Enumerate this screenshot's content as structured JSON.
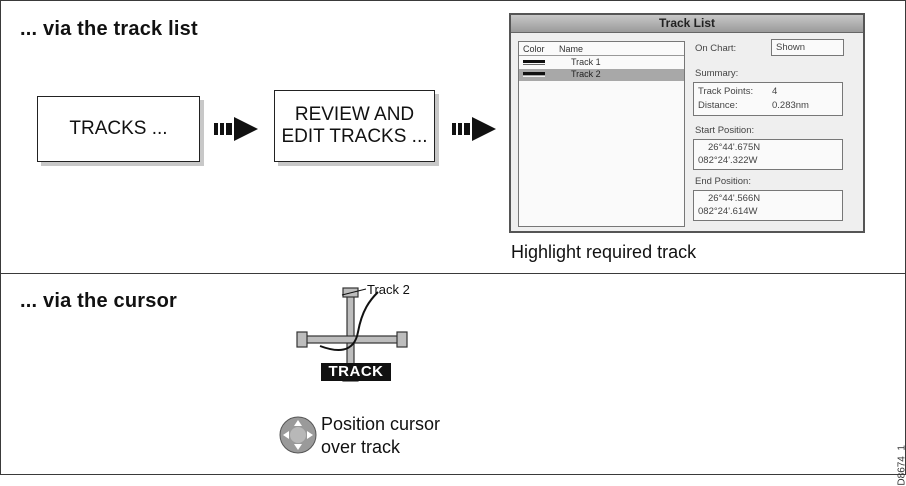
{
  "top_section": {
    "heading": "... via the track list",
    "softkey_1": "TRACKS ...",
    "softkey_2_line1": "REVIEW AND",
    "softkey_2_line2": "EDIT TRACKS ...",
    "caption": "Highlight required track"
  },
  "track_list": {
    "title": "Track List",
    "col_color": "Color",
    "col_name": "Name",
    "tracks": [
      "Track 1",
      "Track 2"
    ],
    "on_chart_label": "On Chart:",
    "on_chart_value": "Shown",
    "summary_label": "Summary:",
    "track_points_label": "Track Points:",
    "track_points_value": "4",
    "distance_label": "Distance:",
    "distance_value": "0.283nm",
    "start_label": "Start Position:",
    "start_lat": "26°44'.675N",
    "start_lon": "082°24'.322W",
    "end_label": "End Position:",
    "end_lat": "26°44'.566N",
    "end_lon": "082°24'.614W"
  },
  "bottom_section": {
    "heading": "... via the cursor",
    "track_label": "Track 2",
    "cursor_tag": "TRACK",
    "caption_line1": "Position cursor",
    "caption_line2": "over track"
  },
  "diagram_id": "D8674_1"
}
